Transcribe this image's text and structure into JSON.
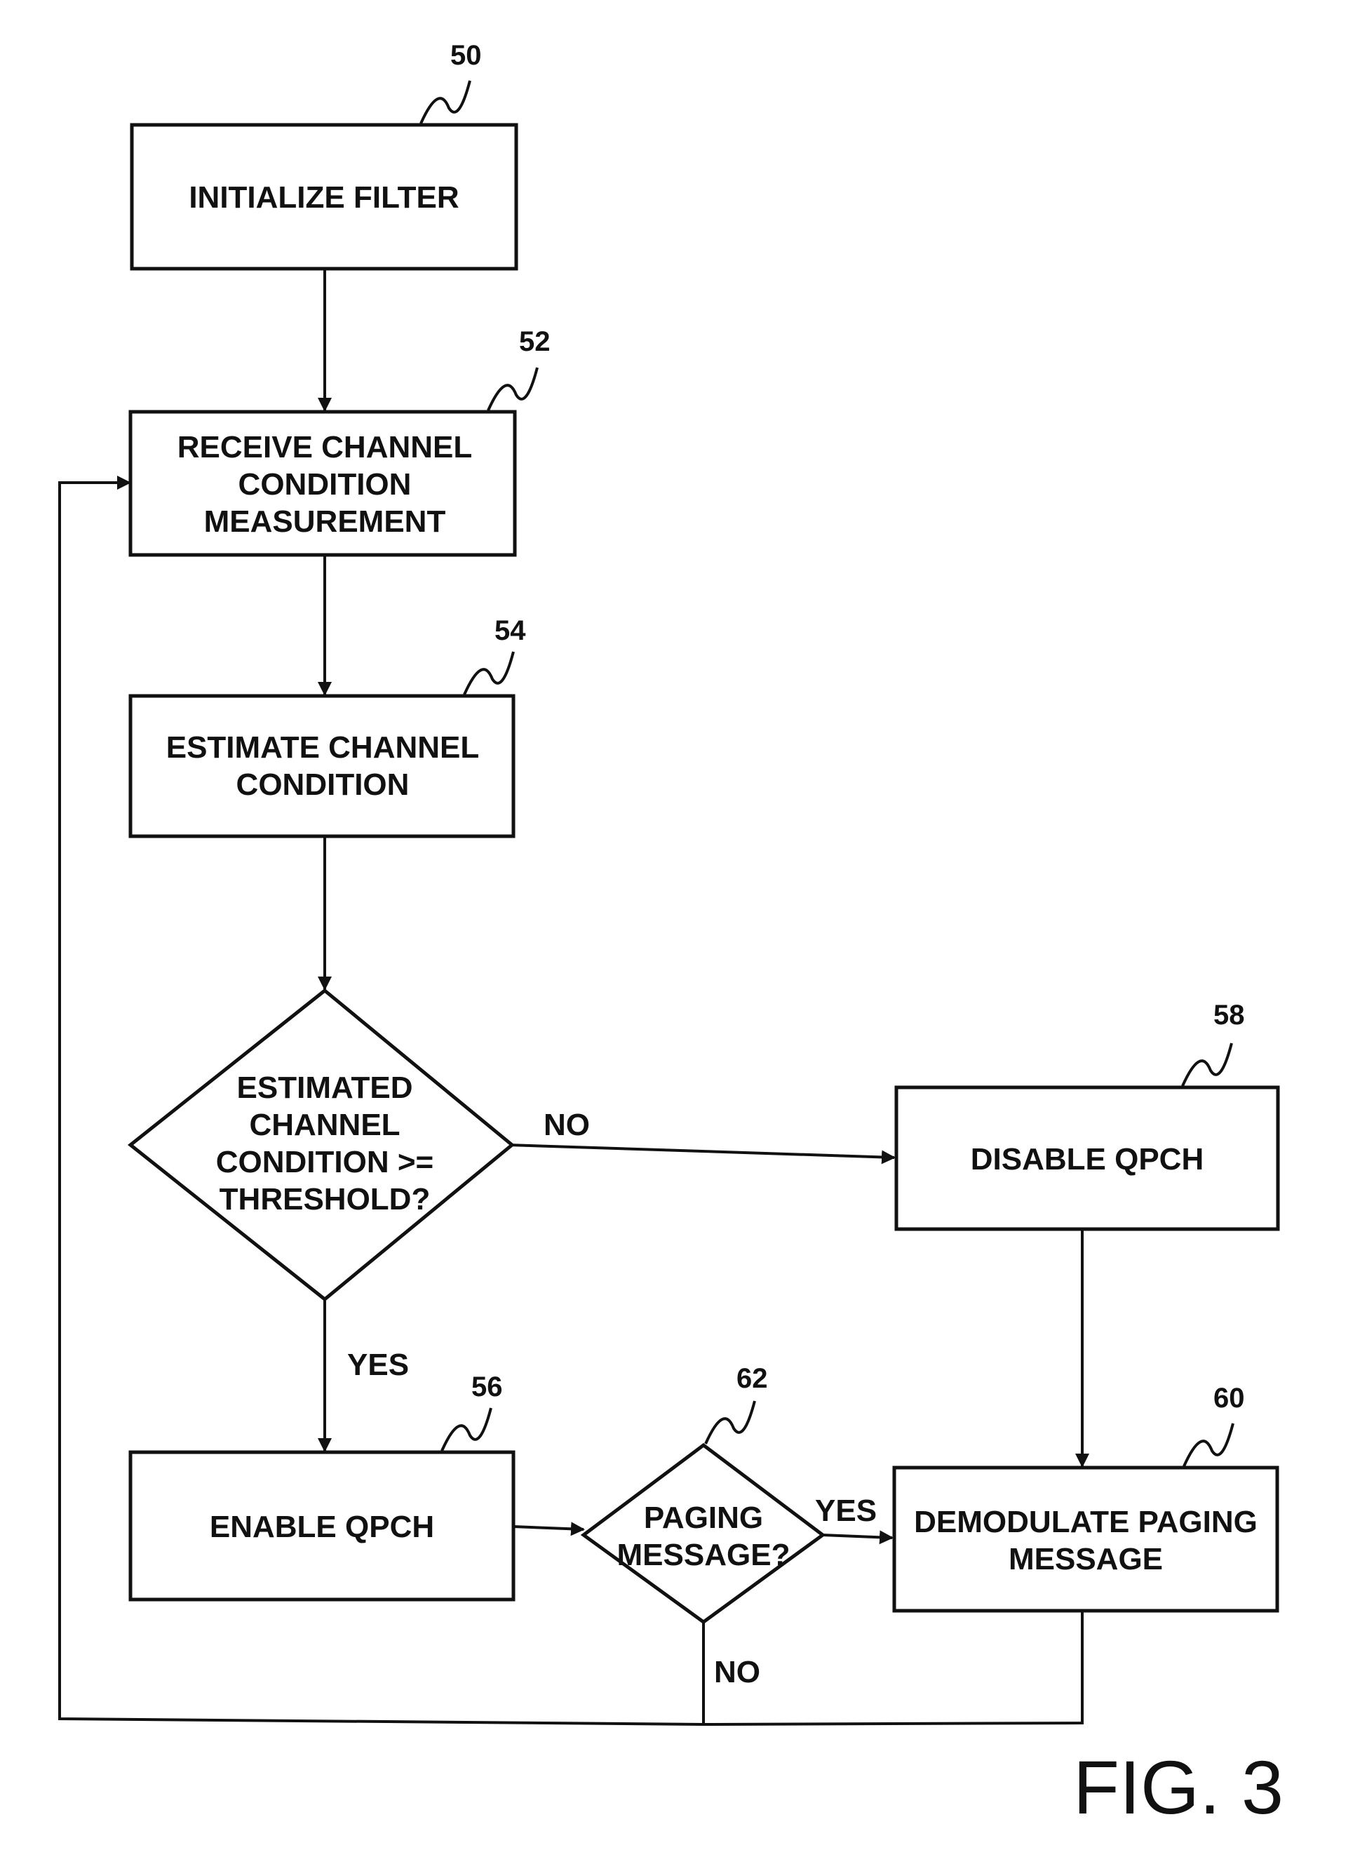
{
  "colors": {
    "ink": "#111111",
    "paper": "#ffffff"
  },
  "nodes": {
    "initialize_filter": {
      "ref": "50",
      "lines": [
        "INITIALIZE FILTER"
      ]
    },
    "receive_measurement": {
      "ref": "52",
      "lines": [
        "RECEIVE CHANNEL",
        "CONDITION",
        "MEASUREMENT"
      ]
    },
    "estimate_condition": {
      "ref": "54",
      "lines": [
        "ESTIMATE CHANNEL",
        "CONDITION"
      ]
    },
    "threshold_decision": {
      "lines": [
        "ESTIMATED",
        "CHANNEL",
        "CONDITION >=",
        "THRESHOLD?"
      ]
    },
    "enable_qpch": {
      "ref": "56",
      "lines": [
        "ENABLE QPCH"
      ]
    },
    "disable_qpch": {
      "ref": "58",
      "lines": [
        "DISABLE QPCH"
      ]
    },
    "demodulate_paging": {
      "ref": "60",
      "lines": [
        "DEMODULATE PAGING",
        "MESSAGE"
      ]
    },
    "paging_decision": {
      "ref": "62",
      "lines": [
        "PAGING",
        "MESSAGE?"
      ]
    }
  },
  "edges": {
    "threshold_no": "NO",
    "threshold_yes": "YES",
    "paging_yes": "YES",
    "paging_no": "NO"
  },
  "figure_label": "FIG. 3"
}
